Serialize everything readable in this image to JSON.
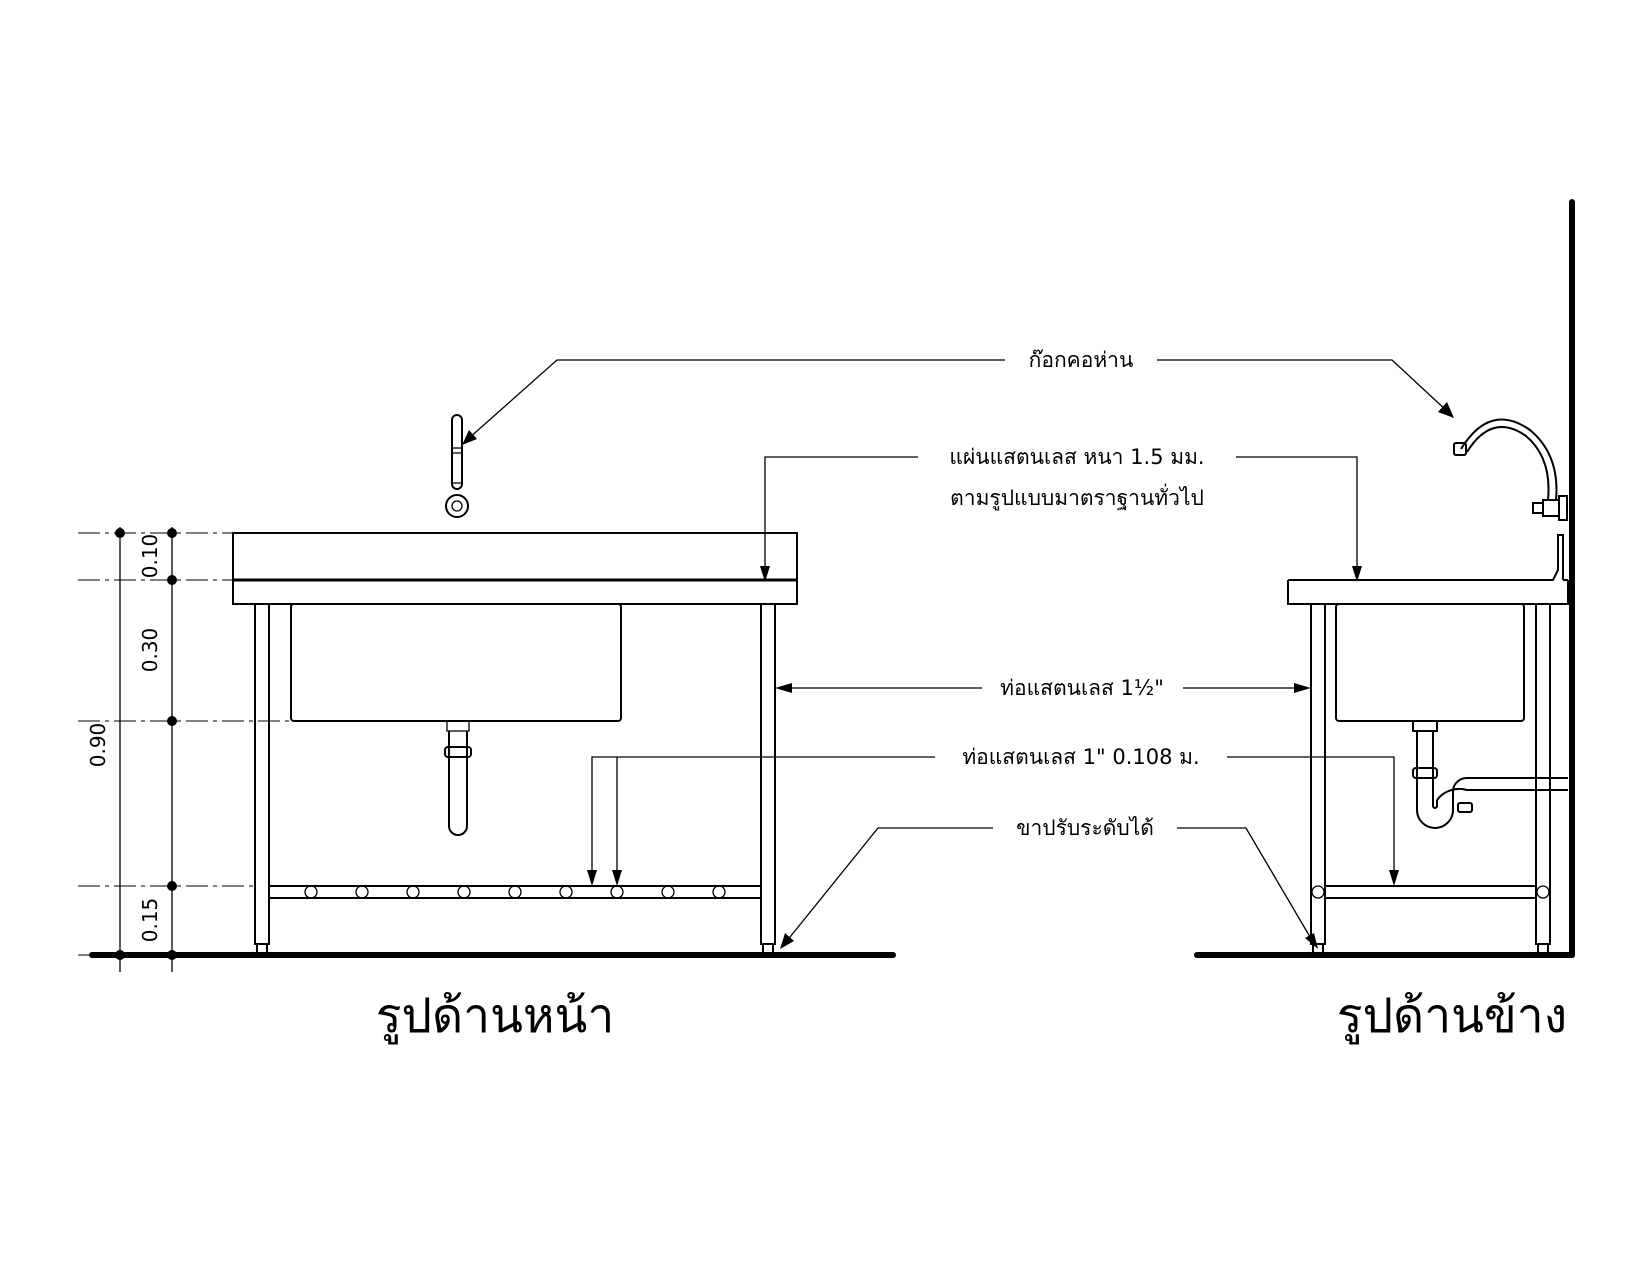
{
  "labels": {
    "faucet": "ก๊อกคอห่าน",
    "sheet_line1": "แผ่นแสตนเลส หนา 1.5 มม.",
    "sheet_line2": "ตามรูปแบบมาตราฐานทั่วไป",
    "pipe_main": "ท่อแสตนเลส  1½\"",
    "pipe_sub": "ท่อแสตนเลส  1\"  0.108 ม.",
    "foot": "ขาปรับระดับได้"
  },
  "dimensions": {
    "total": "0.90",
    "top": "0.10",
    "bowl": "0.30",
    "bottom": "0.15"
  },
  "views": {
    "front": "รูปด้านหน้า",
    "side": "รูปด้านข้าง"
  }
}
